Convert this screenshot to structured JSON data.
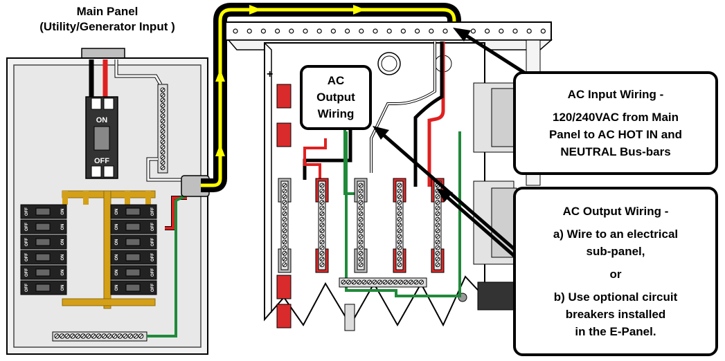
{
  "main_panel": {
    "title_line1": "Main Panel",
    "title_line2": "(Utility/Generator Input )",
    "breaker_on": "ON",
    "breaker_off": "OFF",
    "small_on": "ON",
    "small_off": "OFF"
  },
  "callouts": {
    "ac_output_small": [
      "AC",
      "Output",
      "Wiring"
    ],
    "ac_input": {
      "title": "AC Input Wiring -",
      "lines": [
        "120/240VAC from Main",
        "Panel to AC HOT IN and",
        "NEUTRAL Bus-bars"
      ]
    },
    "ac_output": {
      "title": "AC Output Wiring -",
      "lines": [
        "a) Wire to an electrical",
        "sub-panel,",
        "or",
        "b) Use optional circuit",
        "breakers installed",
        "in the E-Panel."
      ]
    }
  },
  "colors": {
    "hot_red": "#e02020",
    "neutral_white": "#ffffff",
    "ground_green": "#1f8a3a",
    "conduit_black": "#000000",
    "arrow_yellow": "#ffff00",
    "bus_gold": "#d4a017",
    "panel_gray": "#e6e6e6"
  }
}
